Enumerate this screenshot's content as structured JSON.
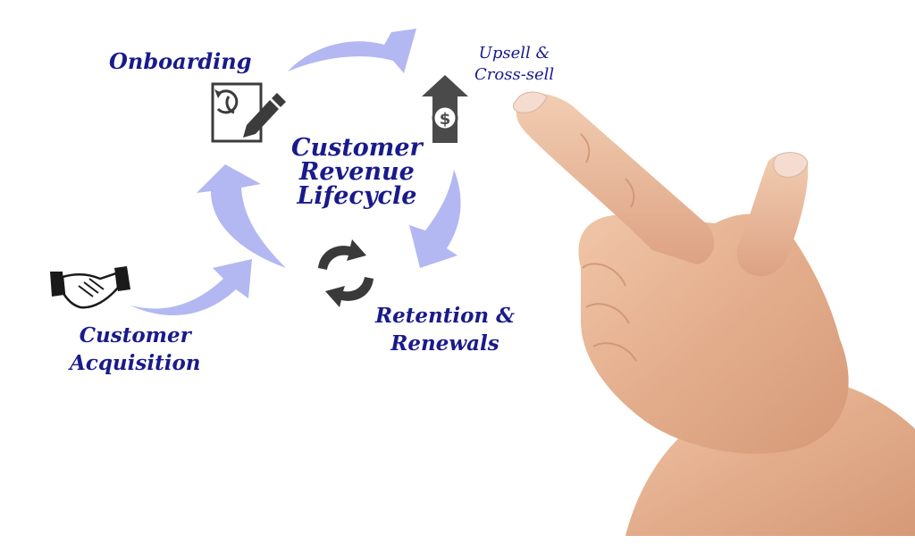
{
  "center": {
    "line1": "Customer",
    "line2": "Revenue",
    "line3": "Lifecycle"
  },
  "stages": {
    "onboarding": {
      "label": "Onboarding"
    },
    "upsell": {
      "line1": "Upsell &",
      "line2": "Cross-sell"
    },
    "retention": {
      "line1": "Retention &",
      "line2": "Renewals"
    },
    "acquisition": {
      "line1": "Customer",
      "line2": "Acquisition"
    }
  },
  "colors": {
    "arrow": "#b3b8f2",
    "text": "#1a1a8c",
    "icon": "#3c3c3c",
    "skin": "#e7b596"
  },
  "icons": {
    "onboarding": "edit-document-icon",
    "upsell": "dollar-up-arrow-icon",
    "retention": "refresh-cycle-icon",
    "acquisition": "handshake-icon",
    "pointer": "pointing-hand-image"
  }
}
